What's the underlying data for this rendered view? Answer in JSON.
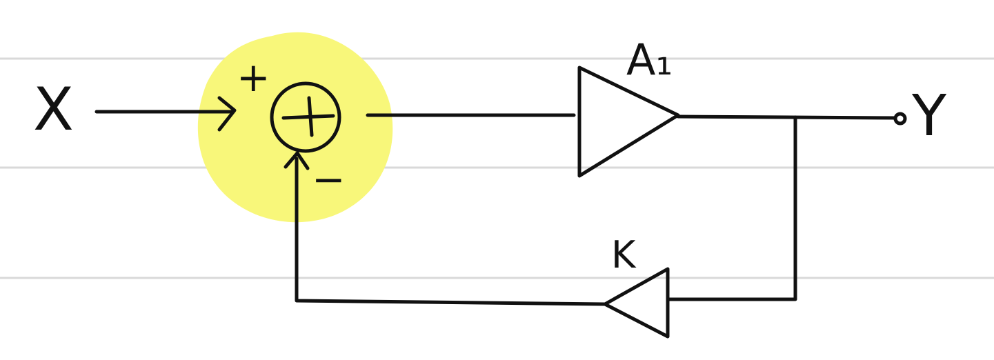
{
  "diagram": {
    "input_label": "X",
    "output_label": "Y",
    "forward_gain_label": "A₁",
    "feedback_gain_label": "K",
    "summing_plus_sign": "+",
    "summing_minus_sign": "−",
    "highlight_color": "#f8f77a",
    "ink_color": "#111111",
    "rule_color": "#d9d9d9"
  }
}
